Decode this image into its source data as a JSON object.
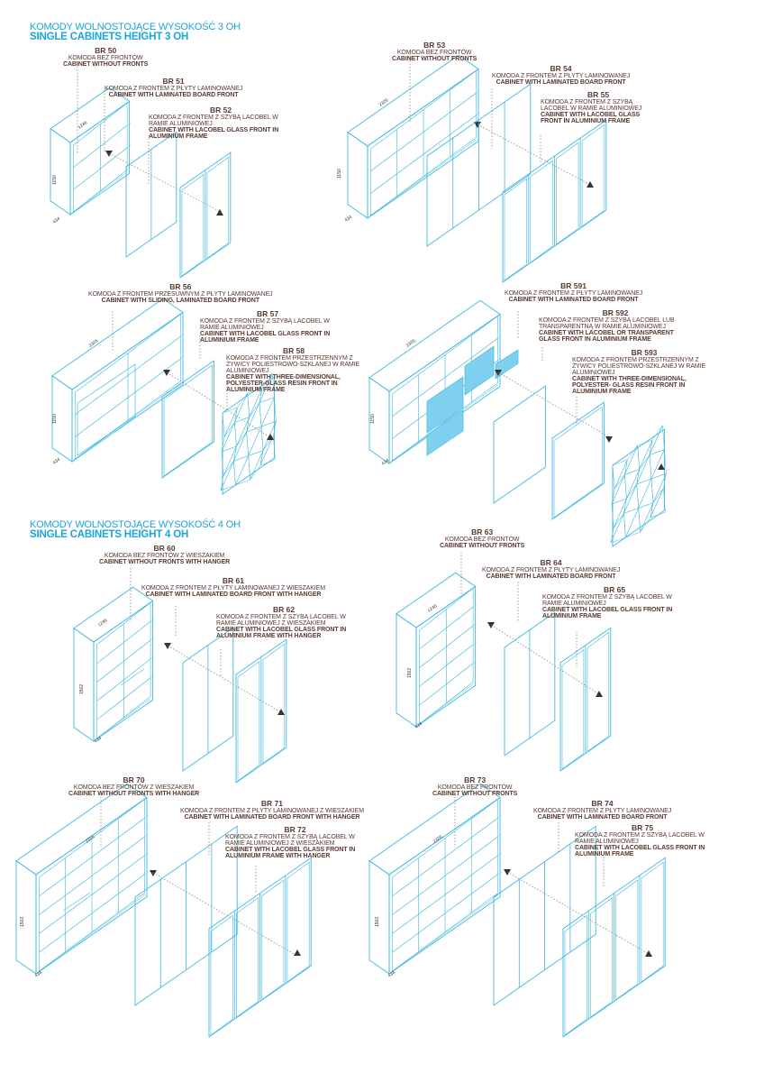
{
  "sections": [
    {
      "pl": "KOMODY WOLNOSTOJĄCE WYSOKOŚĆ 3 OH",
      "en": "SINGLE CABINETS HEIGHT 3 OH"
    },
    {
      "pl": "KOMODY WOLNOSTOJĄCE WYSOKOŚĆ 4 OH",
      "en": "SINGLE CABINETS HEIGHT 4 OH"
    }
  ],
  "labels": [
    {
      "code": "BR 50",
      "pl": "KOMODA BEZ FRONTÓW",
      "en": "CABINET WITHOUT FRONTS"
    },
    {
      "code": "BR 51",
      "pl": "KOMODA Z FRONTEM Z PŁYTY LAMINOWANEJ",
      "en": "CABINET WITH LAMINATED BOARD FRONT"
    },
    {
      "code": "BR 52",
      "pl": "KOMODA Z FRONTEM Z SZYBĄ LACOBEL W RAMIE ALUMINIOWEJ",
      "en": "CABINET WITH LACOBEL GLASS FRONT IN ALUMINIUM FRAME"
    },
    {
      "code": "BR 53",
      "pl": "KOMODA BEZ FRONTÓW",
      "en": "CABINET WITHOUT FRONTS"
    },
    {
      "code": "BR 54",
      "pl": "KOMODA Z FRONTEM Z PŁYTY LAMINOWANEJ",
      "en": "CABINET WITH LAMINATED BOARD FRONT"
    },
    {
      "code": "BR 55",
      "pl": "KOMODA Z FRONTEM Z SZYBĄ LACOBEL W RAMIE ALUMINIOWEJ",
      "en": "CABINET WITH LACOBEL GLASS FRONT IN ALUMINIUM FRAME"
    },
    {
      "code": "BR 56",
      "pl": "KOMODA Z FRONTEM PRZESUWNYM Z PŁYTY LAMINOWANEJ",
      "en": "CABINET WITH SLIDING, LAMINATED BOARD FRONT"
    },
    {
      "code": "BR 57",
      "pl": "KOMODA Z FRONTEM Z SZYBĄ LACOBEL W RAMIE ALUMINIOWEJ",
      "en": "CABINET WITH LACOBEL GLASS FRONT IN ALUMINIUM FRAME"
    },
    {
      "code": "BR 58",
      "pl": "KOMODA Z FRONTEM PRZESTRZENNYM Z ŻYWICY POLIESTROWO-SZKLANEJ W RAMIE ALUMINIOWEJ",
      "en": "CABINET WITH THREE-DIMENSIONAL, POLYESTER-GLASS RESIN FRONT IN ALUMINIUM FRAME"
    },
    {
      "code": "BR 591",
      "pl": "KOMODA Z FRONTEM Z PŁYTY LAMINOWANEJ",
      "en": "CABINET WITH LAMINATED BOARD FRONT"
    },
    {
      "code": "BR 592",
      "pl": "KOMODA Z FRONTEM Z SZYBĄ LACOBEL LUB TRANSPARENTNĄ W RAMIE ALUMINIOWEJ",
      "en": "CABINET WITH LACOBEL OR TRANSPARENT GLASS FRONT IN ALUMINIUM FRAME"
    },
    {
      "code": "BR 593",
      "pl": "KOMODA Z FRONTEM PRZESTRZENNYM Z ŻYWICY POLIESTROWO-SZKLANEJ W RAMIE ALUMINIOWEJ",
      "en": "CABINET WITH THREE-DIMENSIONAL, POLYESTER- GLASS RESIN FRONT IN ALUMINIUM FRAME"
    },
    {
      "code": "BR 60",
      "pl": "KOMODA BEZ FRONTÓW Z WIESZAKIEM",
      "en": "CABINET WITHOUT FRONTS WITH HANGER"
    },
    {
      "code": "BR 61",
      "pl": "KOMODA Z FRONTEM Z PŁYTY LAMINOWANEJ Z WIESZAKIEM",
      "en": "CABINET WITH LAMINATED BOARD FRONT WITH HANGER"
    },
    {
      "code": "BR 62",
      "pl": "KOMODA Z FRONTEM Z SZYBĄ LACOBEL W RAMIE ALUMINIOWEJ Z WIESZAKIEM",
      "en": "CABINET WITH LACOBEL GLASS FRONT IN ALUMINIUM FRAME WITH HANGER"
    },
    {
      "code": "BR 63",
      "pl": "KOMODA BEZ FRONTÓW",
      "en": "CABINET WITHOUT FRONTS"
    },
    {
      "code": "BR 64",
      "pl": "KOMODA Z FRONTEM Z PŁYTY LAMINOWANEJ",
      "en": "CABINET WITH LAMINATED BOARD FRONT"
    },
    {
      "code": "BR 65",
      "pl": "KOMODA Z FRONTEM Z SZYBĄ LACOBEL W RAMIE ALUMINIOWEJ",
      "en": "CABINET WITH LACOBEL GLASS FRONT IN ALUMINIUM FRAME"
    },
    {
      "code": "BR 70",
      "pl": "KOMODA BEZ FRONTÓW Z WIESZAKIEM",
      "en": "CABINET WITHOUT FRONTS WITH HANGER"
    },
    {
      "code": "BR 71",
      "pl": "KOMODA Z FRONTEM Z PŁYTY LAMINOWANEJ Z WIESZAKIEM",
      "en": "CABINET WITH LAMINATED BOARD FRONT WITH HANGER"
    },
    {
      "code": "BR 72",
      "pl": "KOMODA Z FRONTEM Z SZYBĄ LACOBEL W RAMIE ALUMINIOWEJ Z WIESZAKIEM",
      "en": "CABINET WITH LACOBEL GLASS FRONT IN ALUMINIUM FRAME WITH HANGER"
    },
    {
      "code": "BR 73",
      "pl": "KOMODA BEZ FRONTÓW",
      "en": "CABINET WITHOUT FRONTS"
    },
    {
      "code": "BR 74",
      "pl": "KOMODA Z FRONTEM Z PŁYTY LAMINOWANEJ",
      "en": "CABINET WITH LAMINATED BOARD FRONT"
    },
    {
      "code": "BR 75",
      "pl": "KOMODA Z FRONTEM Z SZYBĄ LACOBEL W RAMIE ALUMINIOWEJ",
      "en": "CABINET WITH LACOBEL GLASS FRONT IN ALUMINIUM FRAME"
    }
  ],
  "cabinets": [
    {
      "width": "1246",
      "height": "1150",
      "depth": "434"
    },
    {
      "width": "2326",
      "height": "1150",
      "depth": "434"
    },
    {
      "width": "2326",
      "height": "1150",
      "depth": "434"
    },
    {
      "width": "2326",
      "height": "1150",
      "depth": "434"
    },
    {
      "width": "1246",
      "height": "1502",
      "depth": "434"
    },
    {
      "width": "1246",
      "height": "1502",
      "depth": "434"
    },
    {
      "width": "2326",
      "height": "1502",
      "depth": "434"
    },
    {
      "width": "2326",
      "height": "1502",
      "depth": "434"
    }
  ],
  "colors": {
    "line": "#3fb8e0",
    "accent": "#1aa5d8",
    "fill": "#7fd0ee",
    "text": "#5a3a2f",
    "leader": "#777777"
  }
}
